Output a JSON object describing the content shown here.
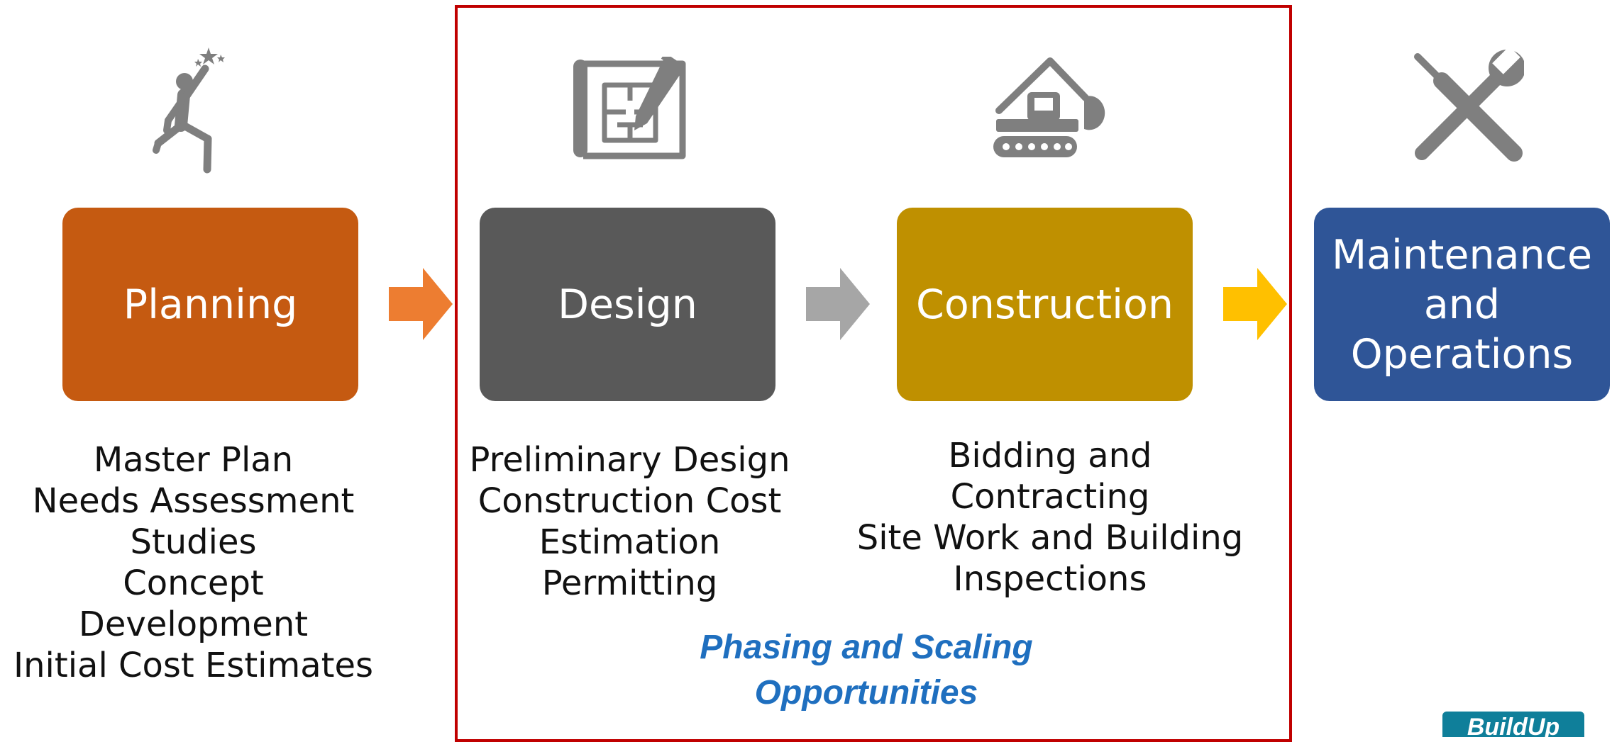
{
  "stages": [
    {
      "label": "Planning",
      "color": "#c55a11",
      "icon": "person-reaching-star-icon"
    },
    {
      "label": "Design",
      "color": "#595959",
      "icon": "blueprint-pencil-icon"
    },
    {
      "label": "Construction",
      "color": "#bf9000",
      "icon": "excavator-icon"
    },
    {
      "label": "Maintenance\nand\nOperations",
      "color": "#2f5597",
      "icon": "wrench-screwdriver-icon"
    }
  ],
  "arrows": [
    {
      "color": "#ed7d31"
    },
    {
      "color": "#a6a6a6"
    },
    {
      "color": "#ffc000"
    }
  ],
  "descriptions": {
    "planning": "Master Plan\nNeeds Assessment\nStudies\nConcept\nDevelopment\nInitial Cost Estimates",
    "design": "Preliminary Design\nConstruction Cost\nEstimation\nPermitting",
    "construction": "Bidding and\nContracting\nSite Work and Building\nInspections"
  },
  "highlight_box": {
    "color": "#c00000",
    "caption": "Phasing and Scaling\nOpportunities"
  },
  "logo": {
    "text": "BuildUp",
    "color": "#0f7f9a"
  }
}
